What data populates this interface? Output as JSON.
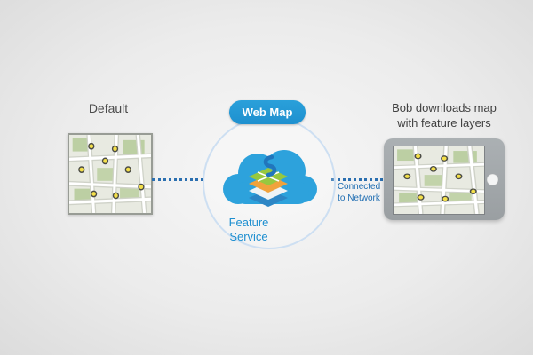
{
  "diagram": {
    "left": {
      "label": "Default"
    },
    "center": {
      "badge": "Web Map",
      "service_line1": "Feature",
      "service_line2": "Service"
    },
    "connection": {
      "line1": "Connected",
      "line2": "to Network"
    },
    "right": {
      "caption_line1": "Bob downloads map",
      "caption_line2": "with feature layers"
    }
  },
  "icons": {
    "cloud": "cloud-icon",
    "layers": "feature-layers-icon",
    "map": "map-thumbnail",
    "home": "tablet-home-button"
  },
  "colors": {
    "cloud_blue": "#2da2dc",
    "badge_blue": "#1f97d4",
    "text_blue": "#1e8fd0",
    "link_blue": "#1d6cb1",
    "circle_outline": "#cddff2",
    "dotted_line": "#2b6fb0",
    "tablet_gray": "#a2a7aa",
    "map_bg": "#e8eae1",
    "map_green": "#bccfa3",
    "poi_yellow": "#f4e04a"
  }
}
